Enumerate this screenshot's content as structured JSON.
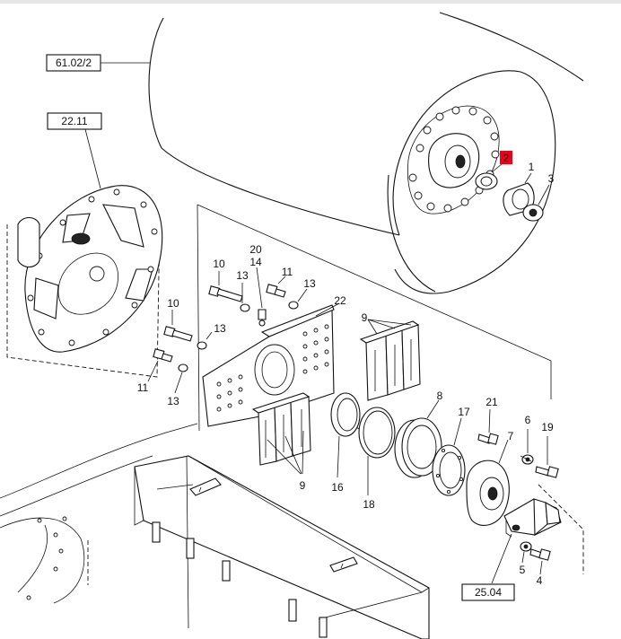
{
  "references": {
    "drum": "61.02/2",
    "motor_flange": "22.11",
    "hydraulic_motor": "25.04"
  },
  "callouts": {
    "c2": "2",
    "c1": "1",
    "c3": "3",
    "c20": "20",
    "c14": "14",
    "c10a": "10",
    "c13a": "13",
    "c11a": "11",
    "c13b": "13",
    "c22": "22",
    "c10b": "10",
    "c13c": "13",
    "c11b": "11",
    "c13d": "13",
    "c9a": "9",
    "c9b": "9",
    "c8": "8",
    "c21": "21",
    "c17": "17",
    "c7": "7",
    "c6": "6",
    "c19": "19",
    "c16": "16",
    "c18": "18",
    "c5": "5",
    "c4": "4"
  },
  "highlight_color": "#e8001c"
}
